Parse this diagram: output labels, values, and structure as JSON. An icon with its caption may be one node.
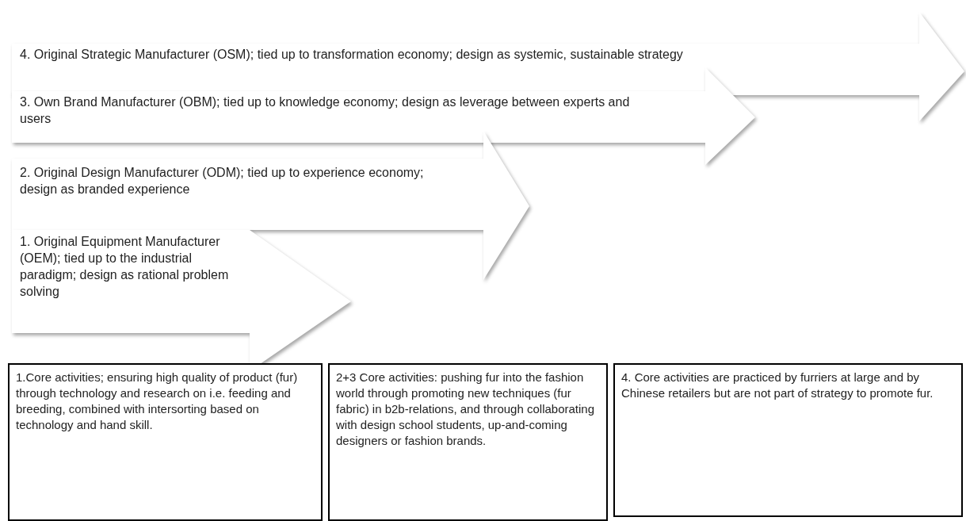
{
  "diagram": {
    "nodes": [
      {
        "text": [
          "4. Original Strategic Manufacturer (OSM); tied up to transformation economy; design as systemic, sustainable strategy"
        ]
      },
      {
        "text": [
          "3. Own Brand Manufacturer (OBM); tied up to knowledge economy; design as leverage between experts and users"
        ]
      },
      {
        "text": [
          "2. Original Design Manufacturer (ODM); tied up to experience economy; design as branded experience"
        ]
      },
      {
        "text": [
          "1. Original Equipment Manufacturer (OEM); tied up to the industrial paradigm; design as rational problem solving"
        ]
      },
      {
        "text": [
          "1.Core activities; ensuring high quality of product (fur) through technology and research on i.e. feeding and breeding, combined with intersorting based on technology and hand skill."
        ]
      },
      {
        "text": [
          "2+3 Core activities: pushing fur into the fashion world through promoting new techniques (fur fabric) in b2b-relations, and through collaborating with design school students, up-and-coming designers or fashion brands."
        ]
      },
      {
        "text": [
          "4. Core activities are practiced by furriers at large and by Chinese retailers but are not part of strategy to promote fur."
        ]
      }
    ]
  }
}
